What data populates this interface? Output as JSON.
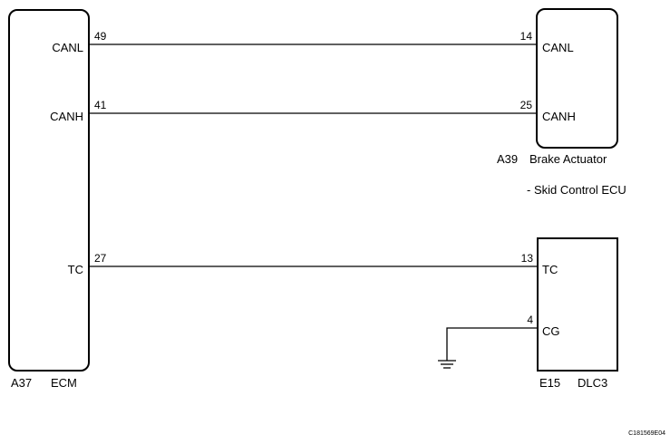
{
  "ecm": {
    "caption_code": "A37",
    "caption_name": "ECM",
    "pins": [
      {
        "name": "CANL",
        "number": "49"
      },
      {
        "name": "CANH",
        "number": "41"
      },
      {
        "name": "TC",
        "number": "27"
      }
    ]
  },
  "brake_actuator": {
    "caption_code": "A39",
    "caption_name": "Brake Actuator",
    "caption_sub": "- Skid Control ECU",
    "pins": [
      {
        "name": "CANL",
        "number": "14"
      },
      {
        "name": "CANH",
        "number": "25"
      }
    ]
  },
  "dlc3": {
    "caption_code": "E15",
    "caption_name": "DLC3",
    "pins": [
      {
        "name": "TC",
        "number": "13"
      },
      {
        "name": "CG",
        "number": "4"
      }
    ]
  },
  "figure_code": "C181569E04"
}
